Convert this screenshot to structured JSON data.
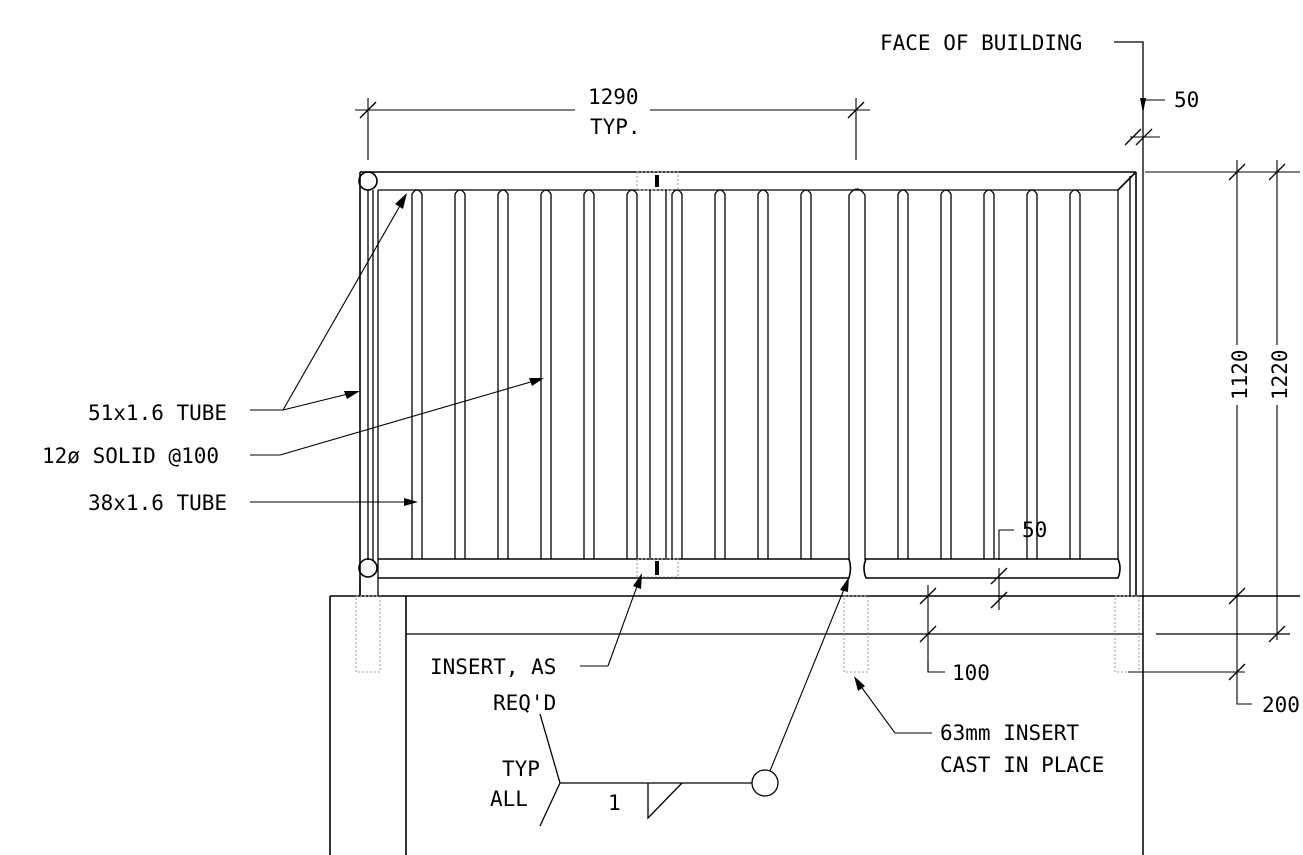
{
  "labels": {
    "face_of_building": "FACE OF BUILDING",
    "dim_top_value": "1290",
    "dim_top_note": "TYP.",
    "dim_offset": "50",
    "dim_height_inner": "1120",
    "dim_height_outer": "1220",
    "dim_bar_gap": "50",
    "dim_slab": "100",
    "dim_insert_depth": "200",
    "callout_tube_51": "51x1.6 TUBE",
    "callout_solid_12": "12ø SOLID @100",
    "callout_tube_38": "38x1.6 TUBE",
    "insert_line1": "INSERT, AS",
    "insert_line2": "REQ'D",
    "cast_line1": "63mm INSERT",
    "cast_line2": "CAST IN PLACE",
    "weld_typ": "TYP",
    "weld_all": "ALL",
    "weld_size": "1"
  },
  "railing": {
    "baluster_spacing_mm": 100,
    "baluster_count_left": 10,
    "baluster_count_right": 6
  }
}
